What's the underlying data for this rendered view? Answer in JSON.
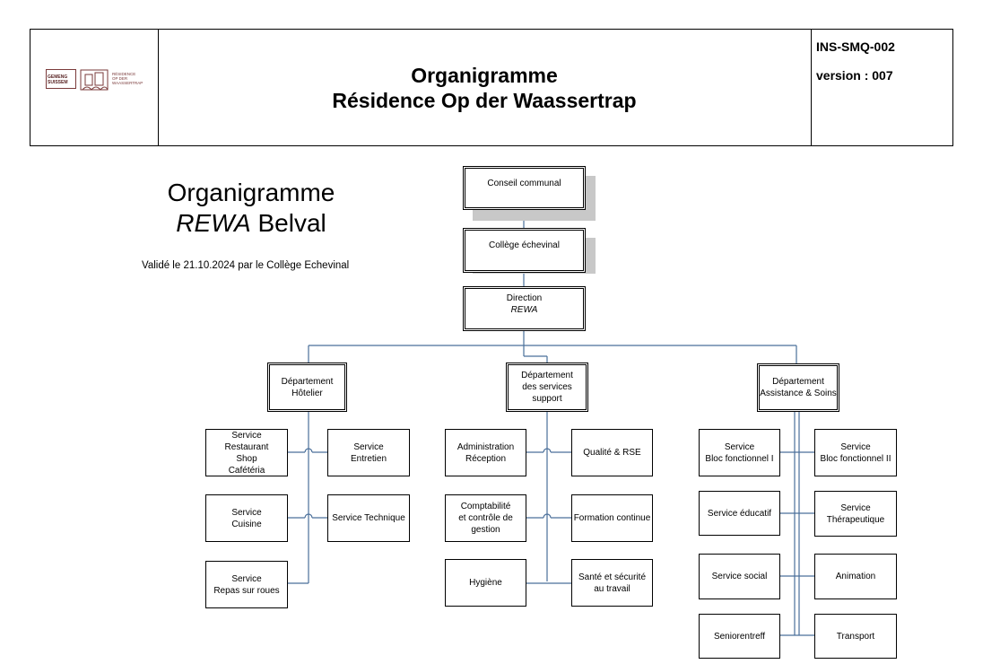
{
  "header": {
    "title_line1": "Organigramme",
    "title_line2": "Résidence Op der Waassertrap",
    "doc_code": "INS-SMQ-002",
    "version": "version : 007",
    "logo_left_line1": "GEMENG",
    "logo_left_line2": "SUISSEM",
    "logo_right_line1": "RÉSIDENCE",
    "logo_right_line2": "OP DER",
    "logo_right_line3": "WAASSERTRAP"
  },
  "intro": {
    "title_line1": "Organigramme",
    "title_italic": "REWA",
    "title_rest": " Belval",
    "validated": "Validé le 21.10.2024 par le Collège Echevinal"
  },
  "org": {
    "conseil": "Conseil communal",
    "college": "Collège échevinal",
    "direction_line1": "Direction",
    "direction_line2": "REWA",
    "dept_hotelier": [
      "Département",
      "Hôtelier"
    ],
    "dept_support": [
      "Département",
      "des services",
      "support"
    ],
    "dept_soins": [
      "Département",
      "Assistance & Soins"
    ],
    "hotelier": {
      "restaurant": [
        "Service",
        "Restaurant",
        "Shop",
        "Cafétéria"
      ],
      "entretien": [
        "Service",
        "Entretien"
      ],
      "cuisine": [
        "Service",
        "Cuisine"
      ],
      "technique": [
        "Service Technique"
      ],
      "repas": [
        "Service",
        "Repas sur roues"
      ]
    },
    "support": {
      "administration": [
        "Administration",
        "Réception"
      ],
      "qualite": [
        "Qualité & RSE"
      ],
      "comptabilite": [
        "Comptabilité",
        "et contrôle de",
        "gestion"
      ],
      "formation": [
        "Formation continue"
      ],
      "hygiene": [
        "Hygiène"
      ],
      "sante": [
        "Santé et sécurité",
        "au travail"
      ]
    },
    "soins": {
      "bloc1": [
        "Service",
        "Bloc fonctionnel I"
      ],
      "bloc2": [
        "Service",
        "Bloc fonctionnel II"
      ],
      "educatif": [
        "Service éducatif"
      ],
      "therapeutique": [
        "Service",
        "Thérapeutique"
      ],
      "social": [
        "Service social"
      ],
      "animation": [
        "Animation"
      ],
      "seniorentreff": [
        "Seniorentreff"
      ],
      "transport": [
        "Transport"
      ]
    }
  },
  "colors": {
    "line": "#4a6f9a",
    "shadow": "#c8c8c8",
    "border": "#000000"
  }
}
